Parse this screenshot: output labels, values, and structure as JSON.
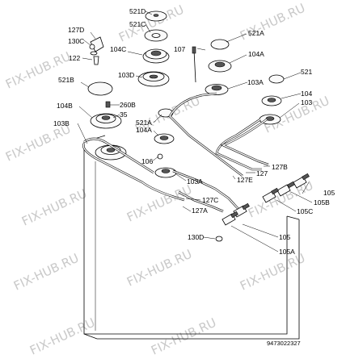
{
  "watermark": "FIX-HUB.RU",
  "doc_number": "9473022327",
  "labels": {
    "l521d": "521D",
    "l521c": "521C",
    "l521a_top": "521A",
    "l127d": "127D",
    "l130c": "130C",
    "l104c": "104C",
    "l107": "107",
    "l104a_top": "104A",
    "l122": "122",
    "l521": "521",
    "l521b": "521B",
    "l103d": "103D",
    "l103a_top": "103A",
    "l104": "104",
    "l103": "103",
    "l104b": "104B",
    "l260b": "260B",
    "l35": "35",
    "l521a_mid": "521A",
    "l104a_mid": "104A",
    "l103b": "103B",
    "l127b": "127B",
    "l127": "127",
    "l106": "106",
    "l127e": "127E",
    "l103a_low": "103A",
    "l105_top": "105",
    "l127c": "127C",
    "l105b": "105B",
    "l127a": "127A",
    "l105c": "105C",
    "l130d": "130D",
    "l105_low": "105",
    "l105a": "105A"
  }
}
